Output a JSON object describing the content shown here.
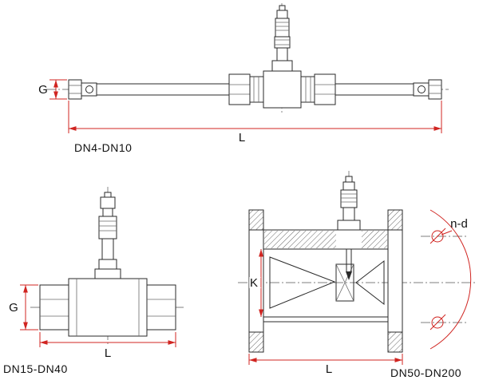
{
  "colors": {
    "outline": "#2a2a2a",
    "dimension_red": "#d02420",
    "background": "#ffffff"
  },
  "drawings": {
    "dn4": {
      "range_label": "DN4-DN10",
      "dim_g": "G",
      "dim_l": "L"
    },
    "dn15": {
      "range_label": "DN15-DN40",
      "dim_g": "G",
      "dim_l": "L"
    },
    "dn50": {
      "range_label": "DN50-DN200",
      "dim_k": "K",
      "dim_l": "L",
      "dim_bolt": "n-d"
    }
  }
}
